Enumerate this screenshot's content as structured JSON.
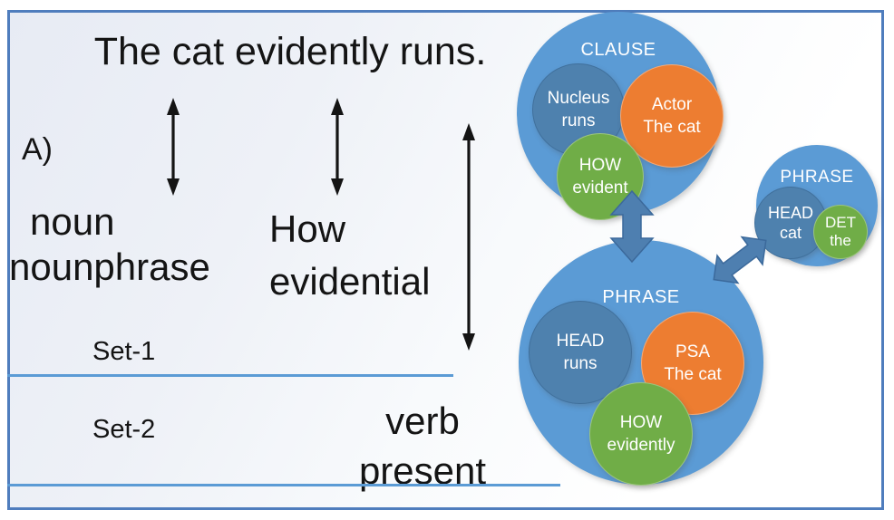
{
  "slide": {
    "panel_label": "A)",
    "title": "The cat evidently runs.",
    "labels": {
      "noun": [
        "noun",
        "nounphrase"
      ],
      "how": [
        "How",
        "evidential"
      ],
      "verb": [
        "verb",
        "present"
      ],
      "set1": "Set-1",
      "set2": "Set-2"
    }
  },
  "diagram": {
    "clause": {
      "label": "CLAUSE",
      "nucleus": {
        "role": "Nucleus",
        "word": "runs"
      },
      "actor": {
        "role": "Actor",
        "word": "The cat"
      },
      "how": {
        "role": "HOW",
        "word": "evident"
      }
    },
    "np_phrase": {
      "label": "PHRASE",
      "head": {
        "role": "HEAD",
        "word": "cat"
      },
      "det": {
        "role": "DET",
        "word": "the"
      }
    },
    "main_phrase": {
      "label": "PHRASE",
      "head": {
        "role": "HEAD",
        "word": "runs"
      },
      "psa": {
        "role": "PSA",
        "word": "The cat"
      },
      "how": {
        "role": "HOW",
        "word": "evidently"
      }
    }
  },
  "colors": {
    "container_blue": "#5b9bd5",
    "nucleus_steel_blue": "#4e81ae",
    "actor_orange": "#ed7d31",
    "modifier_green": "#70ad47",
    "thick_arrow_blue": "#4e7fb0",
    "divider_line_blue": "#5b9bd5",
    "frame_border_blue": "#4f7dbd"
  }
}
